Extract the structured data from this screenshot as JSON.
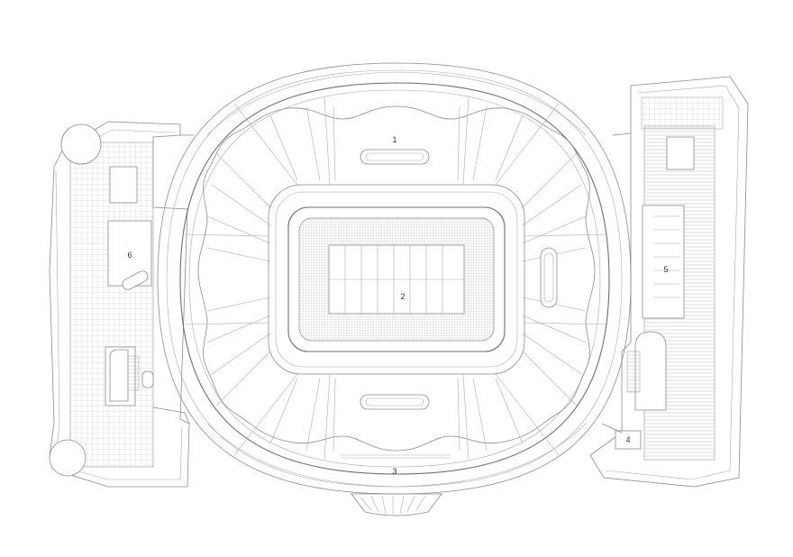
{
  "labels": {
    "l1": "1",
    "l2": "2",
    "l3": "3",
    "l4": "4",
    "l5": "5",
    "l6": "6"
  },
  "colors": {
    "line": "#8a8a8a",
    "background": "#ffffff",
    "text": "#333333"
  }
}
